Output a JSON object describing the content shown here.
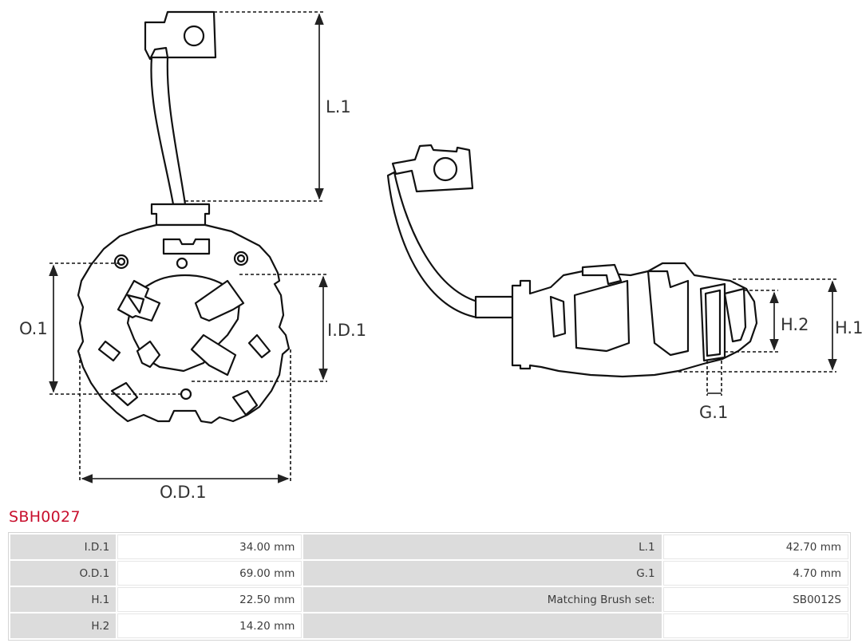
{
  "dimension_labels": {
    "l1": "L.1",
    "o1": "O.1",
    "id1": "I.D.1",
    "od1": "O.D.1",
    "h1": "H.1",
    "h2": "H.2",
    "g1": "G.1"
  },
  "product": {
    "code": "SBH0027"
  },
  "specs": [
    {
      "label_a": "I.D.1",
      "value_a": "34.00 mm",
      "label_b": "L.1",
      "value_b": "42.70 mm"
    },
    {
      "label_a": "O.D.1",
      "value_a": "69.00 mm",
      "label_b": "G.1",
      "value_b": "4.70 mm"
    },
    {
      "label_a": "H.1",
      "value_a": "22.50 mm",
      "label_b": "Matching Brush set:",
      "value_b": "SB0012S"
    },
    {
      "label_a": "H.2",
      "value_a": "14.20 mm",
      "label_b": "",
      "value_b": ""
    }
  ]
}
